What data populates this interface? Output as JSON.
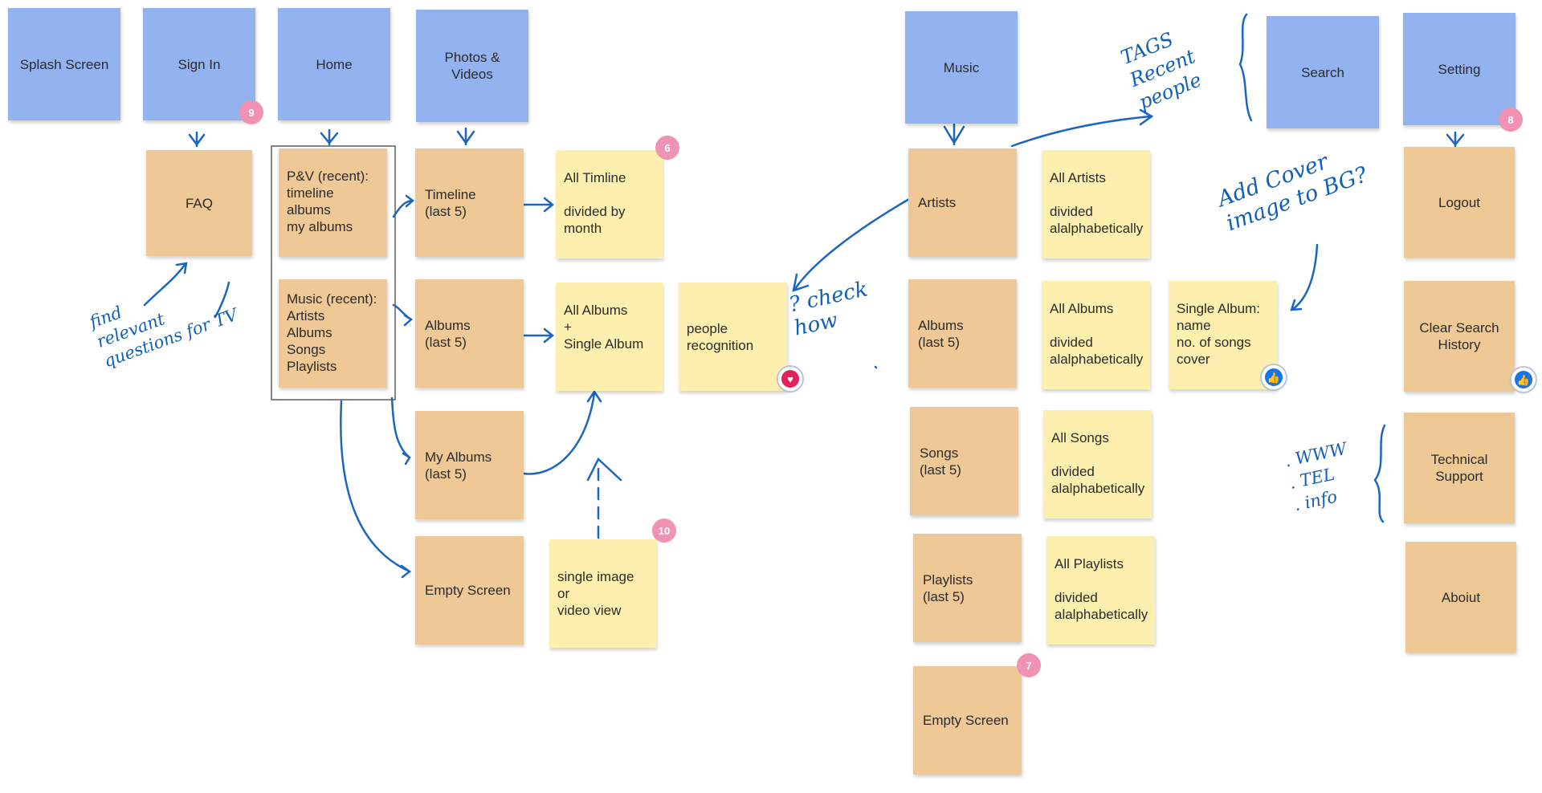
{
  "colors": {
    "screen_note": "#93b3f0",
    "section_note": "#eec895",
    "detail_note": "#fdefae",
    "ink": "#1a66c2",
    "badge": "#ef92b4"
  },
  "screens": {
    "splash": "Splash Screen",
    "signin": "Sign In",
    "home": "Home",
    "photos": "Photos &\nVideos",
    "music": "Music",
    "search": "Search",
    "setting": "Setting"
  },
  "signin_col": {
    "faq": "FAQ"
  },
  "home_col": {
    "pv_recent": "P&V (recent):\ntimeline\nalbums\nmy albums",
    "music_recent": "Music (recent):\nArtists\nAlbums\nSongs\nPlaylists"
  },
  "photos_col": {
    "timeline": "Timeline\n(last 5)",
    "albums": "Albums\n(last 5)",
    "my_albums": "My Albums\n(last 5)",
    "empty": "Empty Screen"
  },
  "photos_detail": {
    "all_timeline": "All Timline\n\ndivided by\nmonth",
    "all_albums": "All Albums\n+\nSingle Album",
    "people": "people\nrecognition",
    "single_image": "single image or\nvideo view"
  },
  "music_col": {
    "artists": "Artists",
    "albums": "Albums\n(last 5)",
    "songs": "Songs\n(last 5)",
    "playlists": "Playlists\n(last 5)",
    "empty": "Empty Screen"
  },
  "music_detail": {
    "all_artists": "All Artists\n\ndivided\nalalphabetically",
    "all_albums": "All Albums\n\ndivided\nalalphabetically",
    "all_songs": "All Songs\n\ndivided\nalalphabetically",
    "all_playlists": "All Playlists\n\ndivided\nalalphabetically"
  },
  "search_detail": {
    "single_album": "Single Album:\nname\nno. of songs\ncover"
  },
  "setting_col": {
    "logout": "Logout",
    "clear_history": "Clear Search\nHistory",
    "tech_support": "Technical\nSupport",
    "about": "Aboiut"
  },
  "badges": {
    "signin": "9",
    "all_timeline": "6",
    "single_image": "10",
    "music_empty": "7",
    "setting": "8"
  },
  "reactions": {
    "people": "heart-icon",
    "single_album": "thumbs-up-icon",
    "clear_history": "thumbs-up-icon"
  },
  "handwriting": {
    "faq_note": "find\nrelevant\nquestions for TV",
    "check_how": "? check\n  how",
    "search_tags": "TAGS\nRecent\npeople",
    "add_cover": "Add Cover\nimage to BG?",
    "support_list": ". WWW\n. TEL\n. info"
  }
}
